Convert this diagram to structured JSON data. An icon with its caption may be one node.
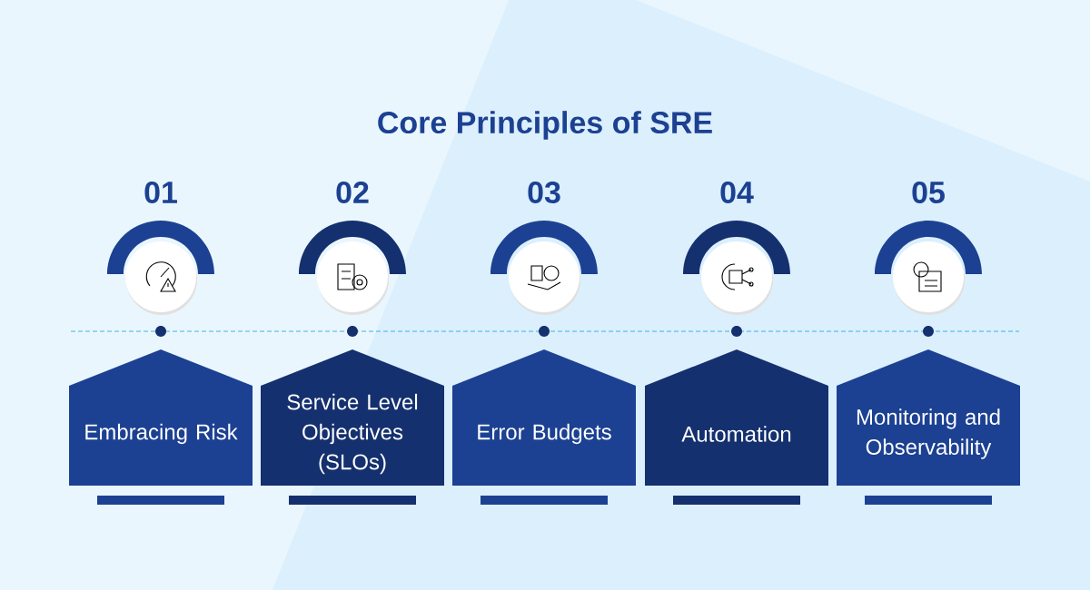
{
  "diagram": {
    "title": "Core Principles of SRE",
    "nodes": [
      {
        "text": [
          "Embracing Risk"
        ]
      },
      {
        "text": [
          "Service Level Objectives (SLOs)"
        ]
      },
      {
        "text": [
          "Error Budgets"
        ]
      },
      {
        "text": [
          "Automation"
        ]
      },
      {
        "text": [
          "Monitoring and Observability"
        ]
      }
    ],
    "labels": [
      "01",
      "02",
      "03",
      "04",
      "05"
    ]
  }
}
